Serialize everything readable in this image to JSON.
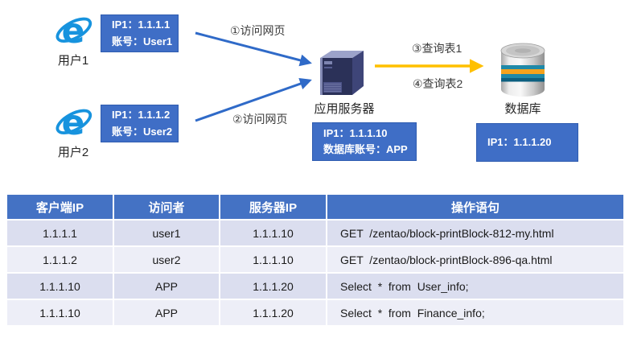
{
  "diagram": {
    "users": [
      {
        "name": "用户1",
        "ip_line": "IP1：1.1.1.1",
        "account_line": "账号：User1",
        "arrow_label": "①访问网页"
      },
      {
        "name": "用户2",
        "ip_line": "IP1：1.1.1.2",
        "account_line": "账号：User2",
        "arrow_label": "②访问网页"
      }
    ],
    "app_server": {
      "label": "应用服务器",
      "ip_line": "IP1：1.1.1.10",
      "account_line": "数据库账号：APP"
    },
    "database": {
      "label": "数据库",
      "ip_line": "IP1：1.1.1.20"
    },
    "db_arrow_labels": [
      "③查询表1",
      "④查询表2"
    ]
  },
  "table": {
    "headers": [
      "客户端IP",
      "访问者",
      "服务器IP",
      "操作语句"
    ],
    "rows": [
      [
        "1.1.1.1",
        "user1",
        "1.1.1.10",
        "GET  /zentao/block-printBlock-812-my.html"
      ],
      [
        "1.1.1.2",
        "user2",
        "1.1.1.10",
        "GET  /zentao/block-printBlock-896-qa.html"
      ],
      [
        "1.1.1.10",
        "APP",
        "1.1.1.20",
        "Select  *  from  User_info;"
      ],
      [
        "1.1.1.10",
        "APP",
        "1.1.1.20",
        "Select  *  from  Finance_info;"
      ]
    ]
  },
  "colors": {
    "header_bg": "#4472C4",
    "box_blue": "#3F6EC6",
    "arrow_blue": "#2F6AC8",
    "arrow_yellow": "#FFC000",
    "row_odd": "#DBDEEF",
    "row_even": "#EDEEF7",
    "ie_blue": "#1793DE"
  }
}
